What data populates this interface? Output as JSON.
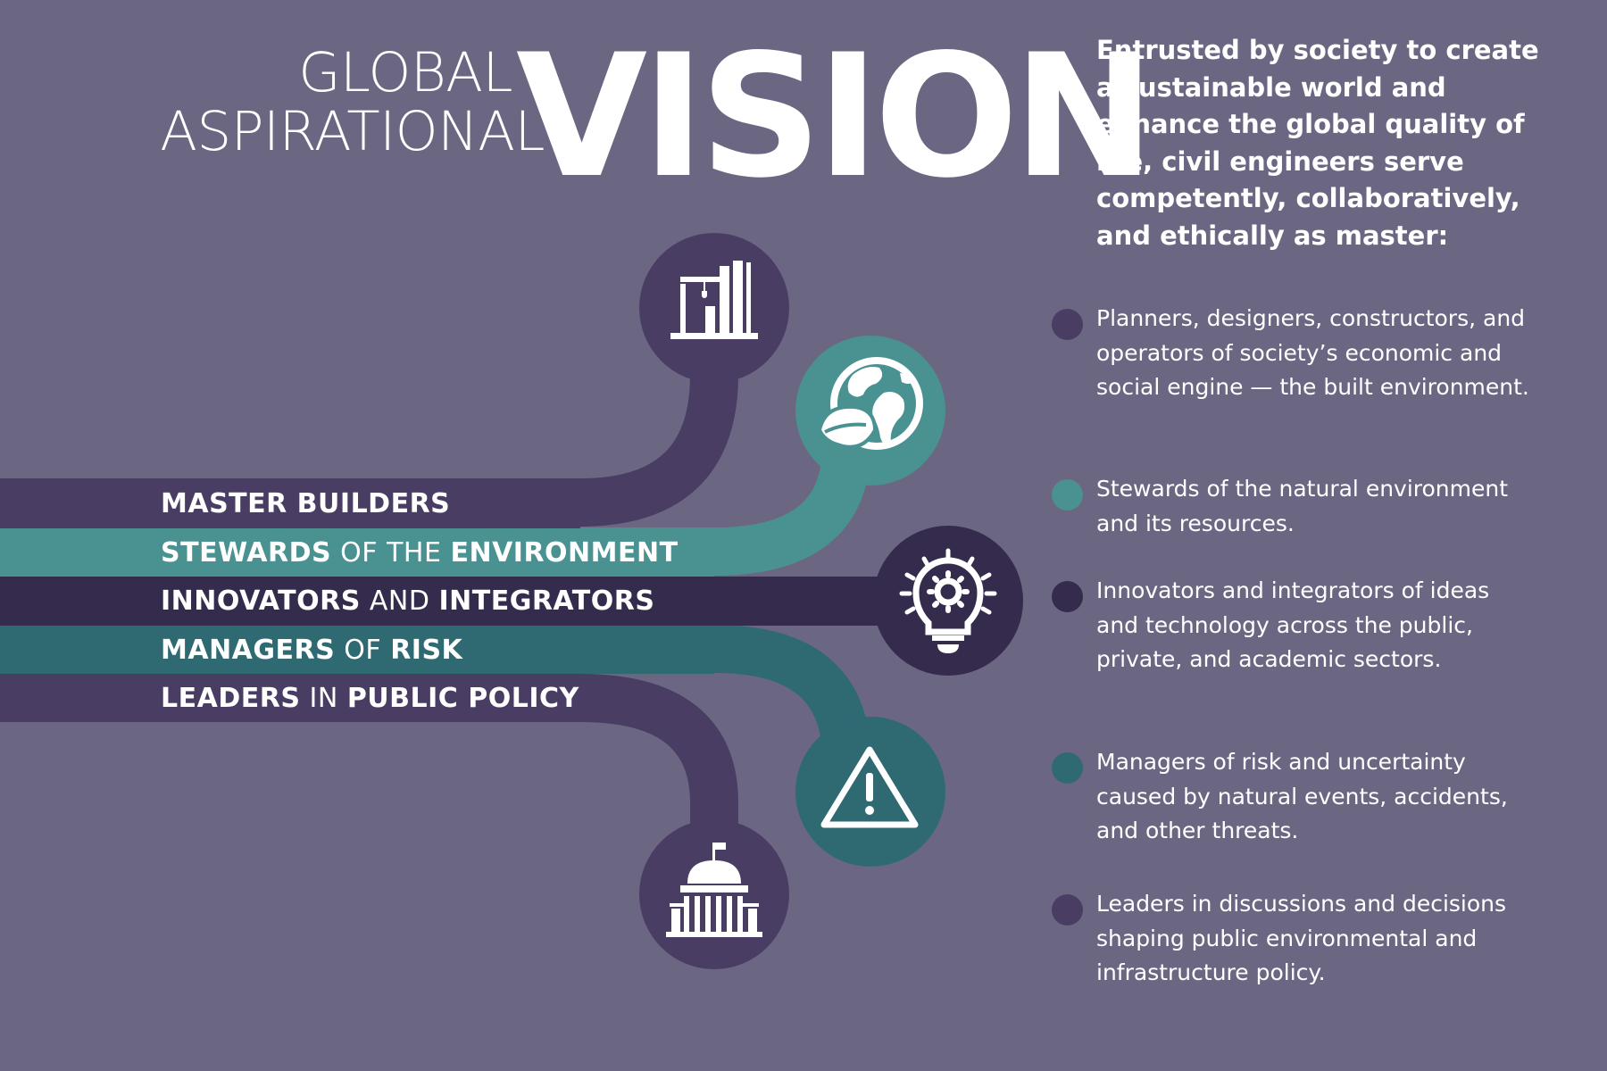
{
  "title": {
    "line1": "GLOBAL",
    "line2": "ASPIRATIONAL",
    "main": "VISION"
  },
  "intro": "Entrusted by society to create a sustainable world and enhance the global quality of life, civil engineers serve competently, collaboratively, and ethically as master:",
  "bands": [
    {
      "parts": [
        {
          "text": "MASTER BUILDERS",
          "bold": true
        }
      ],
      "color": "#4a3d63"
    },
    {
      "parts": [
        {
          "text": "STEWARDS",
          "bold": true
        },
        {
          "text": " OF THE ",
          "bold": false
        },
        {
          "text": "ENVIRONMENT",
          "bold": true
        }
      ],
      "color": "#4a9191"
    },
    {
      "parts": [
        {
          "text": "INNOVATORS",
          "bold": true
        },
        {
          "text": " AND ",
          "bold": false
        },
        {
          "text": "INTEGRATORS",
          "bold": true
        }
      ],
      "color": "#352b4c"
    },
    {
      "parts": [
        {
          "text": "MANAGERS",
          "bold": true
        },
        {
          "text": " OF ",
          "bold": false
        },
        {
          "text": "RISK",
          "bold": true
        }
      ],
      "color": "#2f6a73"
    },
    {
      "parts": [
        {
          "text": "LEADERS",
          "bold": true
        },
        {
          "text": " IN ",
          "bold": false
        },
        {
          "text": "PUBLIC POLICY",
          "bold": true
        }
      ],
      "color": "#4a3d63"
    }
  ],
  "icons": [
    {
      "name": "crane-building-icon",
      "color": "#4a3d63"
    },
    {
      "name": "globe-leaf-icon",
      "color": "#4a9191"
    },
    {
      "name": "lightbulb-gear-icon",
      "color": "#352b4c"
    },
    {
      "name": "warning-triangle-icon",
      "color": "#2f6a73"
    },
    {
      "name": "capitol-building-icon",
      "color": "#4a3d63"
    }
  ],
  "bullets": [
    {
      "text": "Planners, designers, constructors, and operators of society’s economic and social engine — the built environment.",
      "color": "#4a3d63"
    },
    {
      "text": "Stewards of the natural environment and its resources.",
      "color": "#4a9191"
    },
    {
      "text": "Innovators and integrators of ideas and technology across the public, private, and academic sectors.",
      "color": "#352b4c"
    },
    {
      "text": "Managers of risk and uncertainty caused by natural events, accidents, and other threats.",
      "color": "#2f6a73"
    },
    {
      "text": "Leaders in discussions and decisions shaping public environmental and infrastructure policy.",
      "color": "#4a3d63"
    }
  ]
}
